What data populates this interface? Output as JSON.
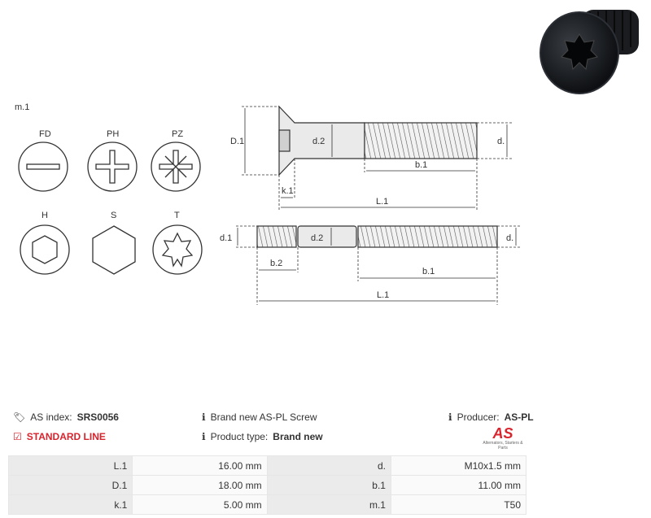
{
  "drawing": {
    "m1_label": "m.1",
    "head_types": [
      "FD",
      "PH",
      "PZ",
      "H",
      "S",
      "T"
    ],
    "dim_labels_top": {
      "D1": "D.1",
      "d2": "d.2",
      "d": "d.",
      "b1": "b.1",
      "k1": "k.1",
      "L1": "L.1"
    },
    "dim_labels_bottom": {
      "d1": "d.1",
      "d2": "d.2",
      "d": "d.",
      "b2": "b.2",
      "b1": "b.1",
      "L1": "L.1"
    }
  },
  "info": {
    "as_index_label": "AS index:",
    "as_index_value": "SRS0056",
    "standard_line": "STANDARD LINE",
    "brand_new": "Brand new AS-PL Screw",
    "product_type_label": "Product type:",
    "product_type_value": "Brand new",
    "producer_label": "Producer:",
    "producer_value": "AS-PL",
    "logo_text": "AS",
    "logo_tagline": "Alternators, Starters & Parts"
  },
  "specs": [
    {
      "k1": "L.1",
      "v1": "16.00 mm",
      "k2": "d.",
      "v2": "M10x1.5 mm"
    },
    {
      "k1": "D.1",
      "v1": "18.00 mm",
      "k2": "b.1",
      "v2": "11.00 mm"
    },
    {
      "k1": "k.1",
      "v1": "5.00 mm",
      "k2": "m.1",
      "v2": "T50"
    }
  ],
  "colors": {
    "accent": "#d9232d",
    "line": "#333333",
    "table_key_bg": "#ebebeb"
  }
}
